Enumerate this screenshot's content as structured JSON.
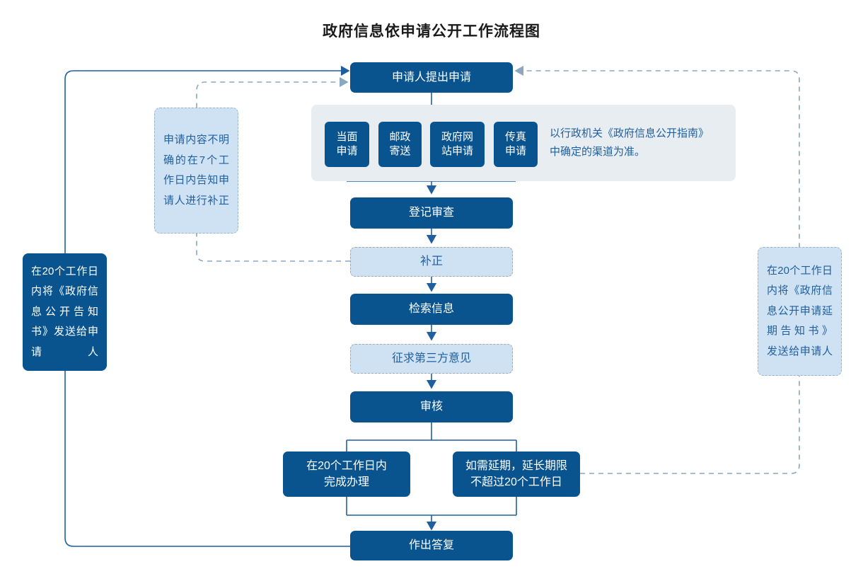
{
  "title": "政府信息依申请公开工作流程图",
  "colors": {
    "dark_blue": "#09548f",
    "light_blue": "#cfe2f3",
    "panel_gray": "#e8edf2",
    "text_blue": "#1f5fa0",
    "line_solid": "#1f5fa0",
    "line_dashed": "#8aa8c0"
  },
  "flow": {
    "start": "申请人提出申请",
    "channels": [
      "当面\n申请",
      "邮政\n寄送",
      "政府网\n站申请",
      "传真\n申请"
    ],
    "channel_labels": {
      "c0_line1": "当面",
      "c0_line2": "申请",
      "c1_line1": "邮政",
      "c1_line2": "寄送",
      "c2_line1": "政府网",
      "c2_line2": "站申请",
      "c3_line1": "传真",
      "c3_line2": "申请"
    },
    "channel_note_line1": "以行政机关《政府信息公开指南》",
    "channel_note_line2": "中确定的渠道为准。",
    "register": "登记审查",
    "supplement": "补正",
    "retrieve": "检索信息",
    "third_party": "征求第三方意见",
    "review": "审核",
    "branch_left_line1": "在20个工作日内",
    "branch_left_line2": "完成办理",
    "branch_right_line1": "如需延期，延长期限",
    "branch_right_line2": "不超过20个工作日",
    "reply": "作出答复"
  },
  "notes": {
    "left_light": "申请内容不明确的在7个工作日内告知申请人进行补正",
    "left_dark": "在20个工作日内将《政府信息公开告知书》发送给申请人",
    "right_light": "在20个工作日内将《政府信息公开申请延期告知书》 发送给申请人"
  }
}
